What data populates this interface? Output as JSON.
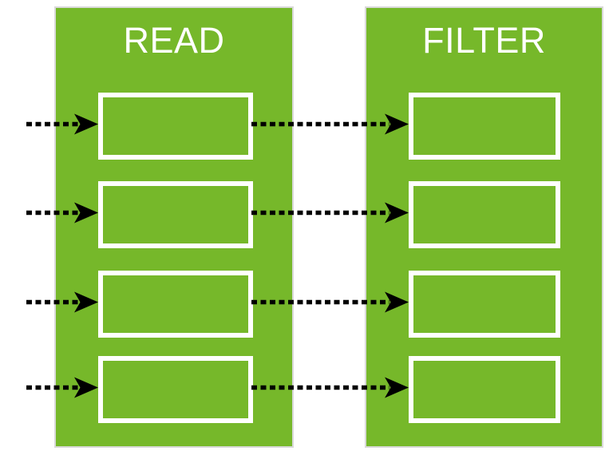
{
  "diagram": {
    "stages": [
      {
        "title": "READ",
        "slots": 4
      },
      {
        "title": "FILTER",
        "slots": 4
      }
    ],
    "flow": {
      "direction": "left-to-right",
      "arrows_into_read": 4,
      "arrows_read_to_filter": 4
    },
    "colors": {
      "panel_green": "#76B82A",
      "slot_border": "#FFFFFF",
      "title_text": "#FFFFFF",
      "arrow": "#000000",
      "panel_edge": "#D9D9D9",
      "background": "#FFFFFF"
    }
  }
}
